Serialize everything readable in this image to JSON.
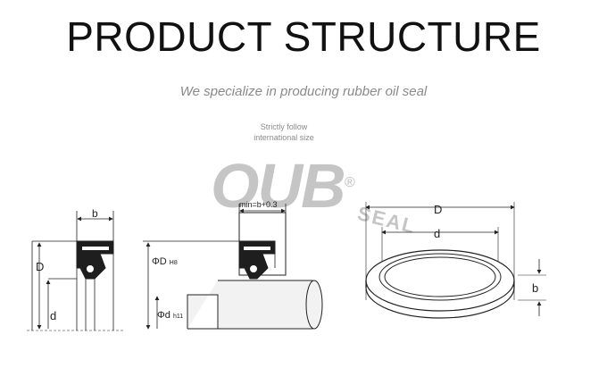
{
  "header": {
    "title": "PRODUCT STRUCTURE",
    "subtitle": "We specialize in producing rubber oil seal",
    "note_line1": "Strictly follow",
    "note_line2": "international size"
  },
  "watermark": {
    "logo": "OUB",
    "registered": "®",
    "seal": "SEAL"
  },
  "diagram": {
    "seal_section": {
      "width_label": "b",
      "outer_label": "D",
      "inner_label": "d"
    },
    "installation": {
      "clearance_label": "min=b+0.3",
      "housing_label": "ΦD",
      "housing_tol": "H8",
      "shaft_label": "Φd",
      "shaft_tol": "h11"
    },
    "seal_3d": {
      "outer_label": "D",
      "inner_label": "d",
      "width_label": "b"
    }
  },
  "colors": {
    "line": "#222222",
    "watermark": "#bcbcbc",
    "subtitle": "#8a8a8a",
    "shaft": "#f2f2f2"
  }
}
